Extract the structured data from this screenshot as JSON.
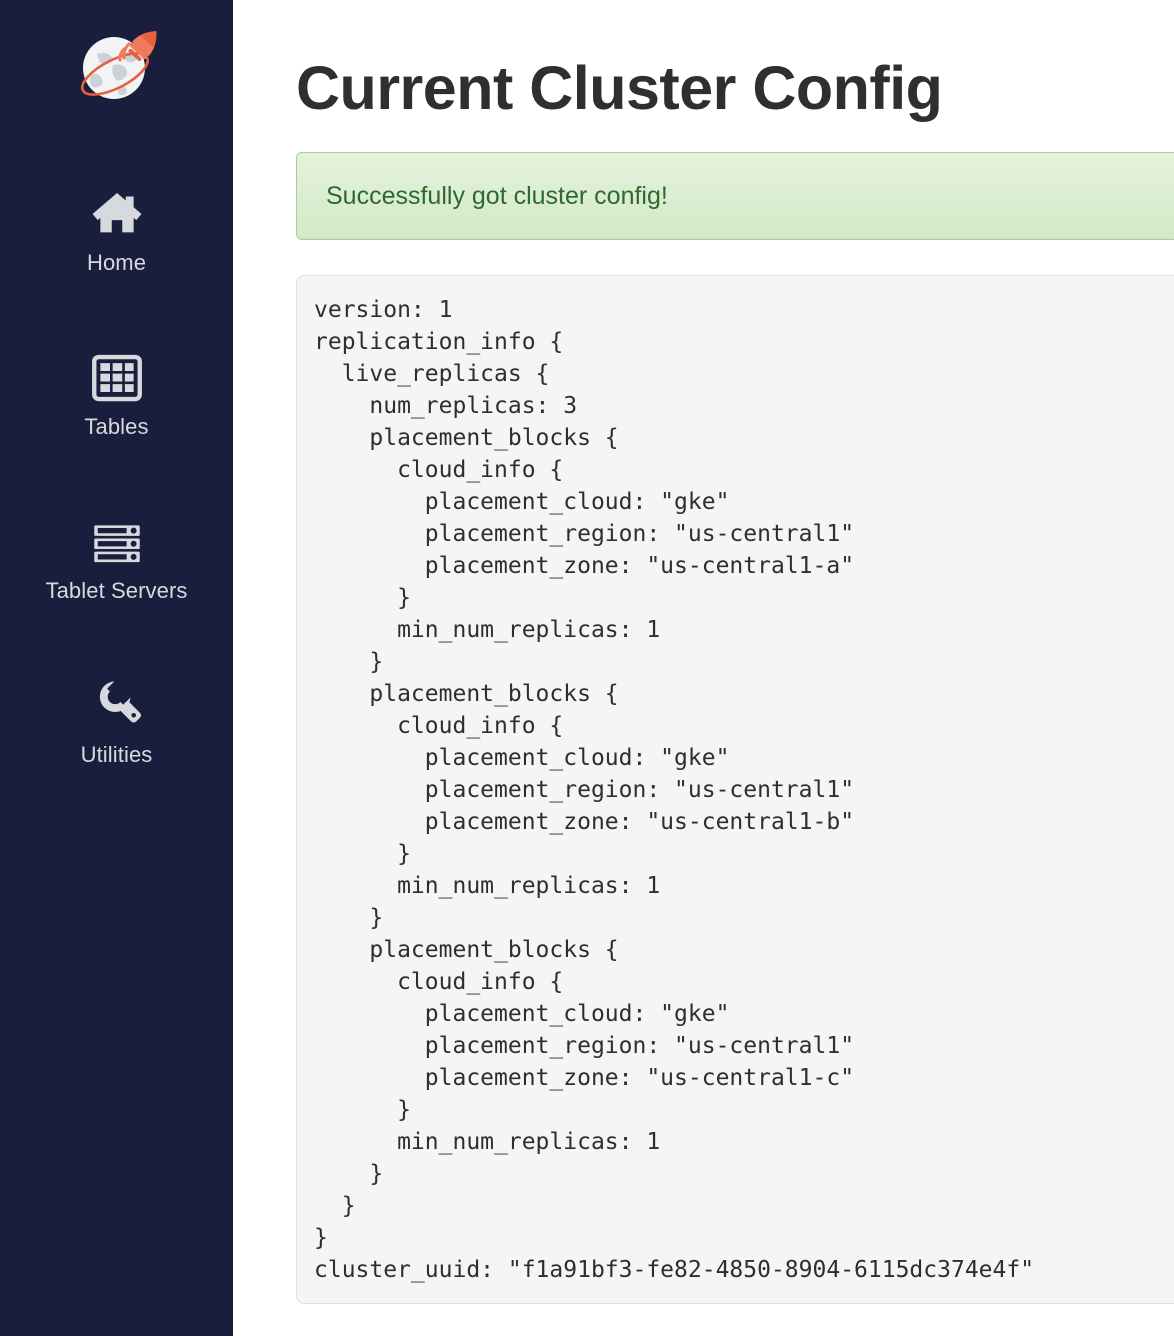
{
  "sidebar": {
    "logo": {
      "icon": "globe-rocket-logo",
      "alt": "YugabyteDB logo"
    },
    "items": [
      {
        "label": "Home",
        "icon": "home-icon",
        "name": "home"
      },
      {
        "label": "Tables",
        "icon": "table-grid-icon",
        "name": "tables"
      },
      {
        "label": "Tablet Servers",
        "icon": "server-stack-icon",
        "name": "tablet-servers"
      },
      {
        "label": "Utilities",
        "icon": "wrench-icon",
        "name": "utilities"
      }
    ]
  },
  "main": {
    "title": "Current Cluster Config",
    "alert": {
      "type": "success",
      "message": "Successfully got cluster config!"
    },
    "config_text": "version: 1\nreplication_info {\n  live_replicas {\n    num_replicas: 3\n    placement_blocks {\n      cloud_info {\n        placement_cloud: \"gke\"\n        placement_region: \"us-central1\"\n        placement_zone: \"us-central1-a\"\n      }\n      min_num_replicas: 1\n    }\n    placement_blocks {\n      cloud_info {\n        placement_cloud: \"gke\"\n        placement_region: \"us-central1\"\n        placement_zone: \"us-central1-b\"\n      }\n      min_num_replicas: 1\n    }\n    placement_blocks {\n      cloud_info {\n        placement_cloud: \"gke\"\n        placement_region: \"us-central1\"\n        placement_zone: \"us-central1-c\"\n      }\n      min_num_replicas: 1\n    }\n  }\n}\ncluster_uuid: \"f1a91bf3-fe82-4850-8904-6115dc374e4f\"",
    "config_values": {
      "version": "1",
      "num_replicas": "3",
      "cluster_uuid": "f1a91bf3-fe82-4850-8904-6115dc374e4f",
      "placement_blocks": [
        {
          "placement_cloud": "gke",
          "placement_region": "us-central1",
          "placement_zone": "us-central1-a",
          "min_num_replicas": "1"
        },
        {
          "placement_cloud": "gke",
          "placement_region": "us-central1",
          "placement_zone": "us-central1-b",
          "min_num_replicas": "1"
        },
        {
          "placement_cloud": "gke",
          "placement_region": "us-central1",
          "placement_zone": "us-central1-c",
          "min_num_replicas": "1"
        }
      ]
    }
  },
  "colors": {
    "sidebar_bg": "#191E3C",
    "sidebar_icon": "#d8d9de",
    "accent_orange": "#e8603c",
    "alert_bg_top": "#e5f2dd",
    "alert_bg_bottom": "#d3e9c6",
    "alert_border": "#a4cf9c",
    "alert_text": "#2d6a2d",
    "code_bg": "#f5f5f5",
    "code_border": "#e0e0e0",
    "title_text": "#2f2f2f"
  }
}
